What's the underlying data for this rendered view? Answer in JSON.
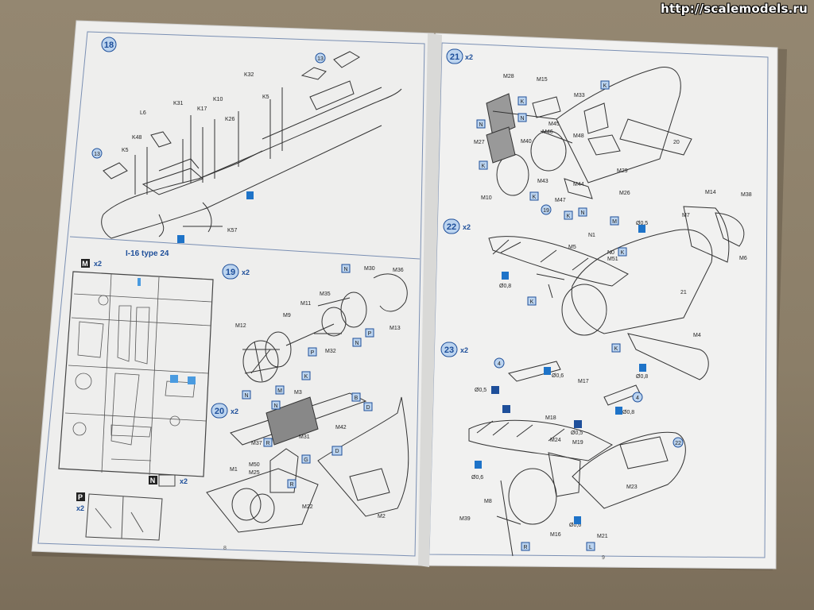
{
  "watermark": "http://scalemodels.ru",
  "left_page": {
    "page_number": "8",
    "steps": [
      {
        "num": "18",
        "mult": ""
      },
      {
        "num": "19",
        "mult": "x2"
      },
      {
        "num": "20",
        "mult": "x2"
      }
    ],
    "subtitle": "I-16 type 24",
    "sprue_M": {
      "letter": "M",
      "mult": "x2"
    },
    "sprue_N": {
      "letter": "N",
      "mult": "x2"
    },
    "sprue_P": {
      "letter": "P",
      "mult": "x2"
    },
    "step18_labels": [
      "13",
      "K32",
      "K31",
      "K17",
      "K10",
      "K26",
      "K5",
      "L6",
      "K48",
      "K5",
      "13",
      "K57"
    ],
    "step19_labels": [
      "M30",
      "M36",
      "M35",
      "M11",
      "M9",
      "M12",
      "M13",
      "M32",
      "N",
      "N",
      "P",
      "P",
      "K",
      "N",
      "M"
    ],
    "step20_labels": [
      "M3",
      "M42",
      "M37",
      "M31",
      "M50",
      "M25",
      "M1",
      "M22",
      "M2",
      "B",
      "D",
      "D",
      "G",
      "N",
      "R",
      "R"
    ]
  },
  "right_page": {
    "page_number": "9",
    "steps": [
      {
        "num": "21",
        "mult": "x2"
      },
      {
        "num": "22",
        "mult": "x2"
      },
      {
        "num": "23",
        "mult": "x2"
      }
    ],
    "step21_labels": [
      "M28",
      "M15",
      "M33",
      "M27",
      "M45",
      "M46",
      "M40",
      "M48",
      "M43",
      "M44",
      "M29",
      "M10",
      "M47",
      "M26",
      "20",
      "19",
      "K",
      "K",
      "K",
      "N",
      "N",
      "K",
      "K",
      "N"
    ],
    "step22_labels": [
      "M14",
      "M38",
      "N1",
      "M5",
      "N0",
      "M51",
      "M7",
      "M6",
      "M4",
      "21",
      "Ø0,5",
      "Ø0,8",
      "Ø0,8",
      "M",
      "K",
      "K",
      "K"
    ],
    "step23_labels": [
      "4",
      "4",
      "M17",
      "Ø0,6",
      "Ø0,5",
      "M18",
      "Ø0,8",
      "Ø0,5",
      "M24",
      "M19",
      "22",
      "M23",
      "M8",
      "M39",
      "M16",
      "M21",
      "Ø0,6",
      "Ø0,6",
      "R",
      "L"
    ]
  }
}
